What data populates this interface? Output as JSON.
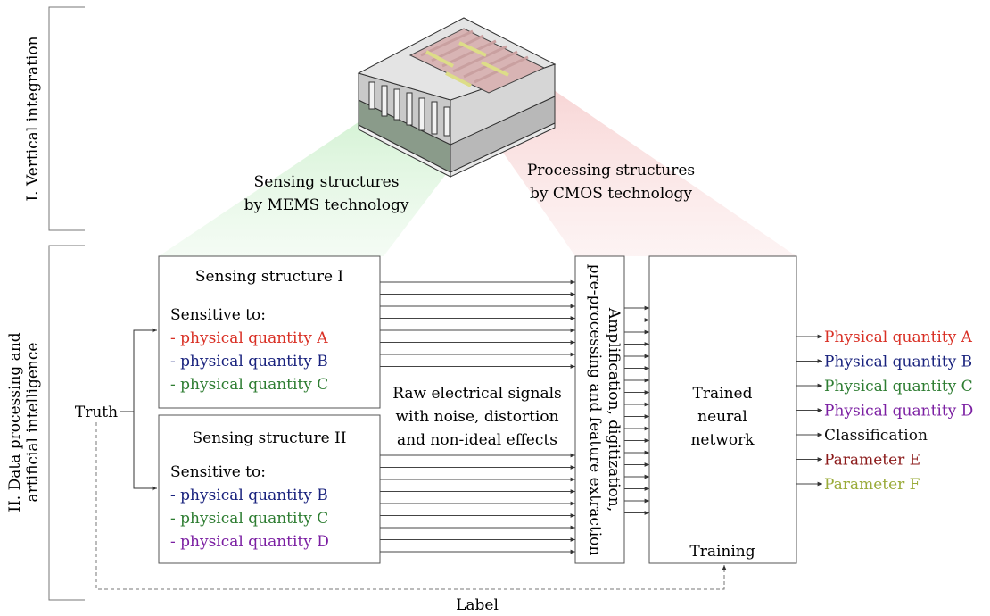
{
  "sections": {
    "vertical": "I. Vertical integration",
    "ai_line1": "II. Data processing and",
    "ai_line2": "artificial intelligence"
  },
  "chip": {
    "sensing_caption": [
      "Sensing structures",
      "by MEMS technology"
    ],
    "processing_caption": [
      "Processing structures",
      "by CMOS technology"
    ]
  },
  "truth": "Truth",
  "label": "Label",
  "sensing_structure_1": {
    "title": "Sensing structure I",
    "sensitive_to": "Sensitive to:",
    "items": [
      {
        "text": "- physical quantity A",
        "color": "#d93025"
      },
      {
        "text": "- physical quantity B",
        "color": "#1a237e"
      },
      {
        "text": "- physical quantity C",
        "color": "#2e7d32"
      }
    ]
  },
  "sensing_structure_2": {
    "title": "Sensing structure II",
    "sensitive_to": "Sensitive to:",
    "items": [
      {
        "text": "- physical quantity B",
        "color": "#1a237e"
      },
      {
        "text": "- physical quantity C",
        "color": "#2e7d32"
      },
      {
        "text": "- physical quantity D",
        "color": "#7b1fa2"
      }
    ]
  },
  "raw_signals": [
    "Raw electrical signals",
    "with noise, distortion",
    "and non-ideal effects"
  ],
  "amplification": [
    "Amplification, digitization,",
    "pre-processing and feature extraction"
  ],
  "neural_network": {
    "lines": [
      "Trained",
      "neural",
      "network"
    ],
    "training": "Training"
  },
  "outputs": [
    {
      "text": "Physical quantity A",
      "color": "#d93025"
    },
    {
      "text": "Physical quantity B",
      "color": "#1a237e"
    },
    {
      "text": "Physical quantity C",
      "color": "#2e7d32"
    },
    {
      "text": "Physical quantity D",
      "color": "#7b1fa2"
    },
    {
      "text": "Classification",
      "color": "#111111"
    },
    {
      "text": "Parameter E",
      "color": "#8b1a1a"
    },
    {
      "text": "Parameter F",
      "color": "#9aab3a"
    }
  ]
}
